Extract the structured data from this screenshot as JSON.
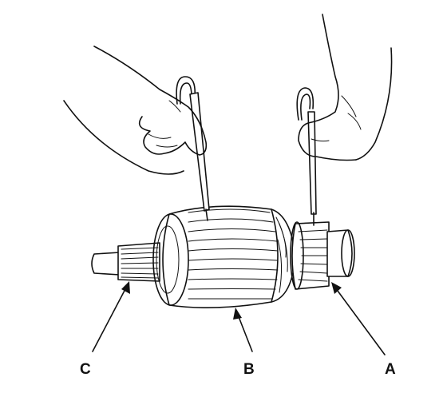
{
  "diagram": {
    "callouts": [
      {
        "id": "A",
        "label": "A"
      },
      {
        "id": "B",
        "label": "B"
      },
      {
        "id": "C",
        "label": "C"
      }
    ],
    "colors": {
      "ink": "#111111",
      "background": "#ffffff"
    }
  }
}
